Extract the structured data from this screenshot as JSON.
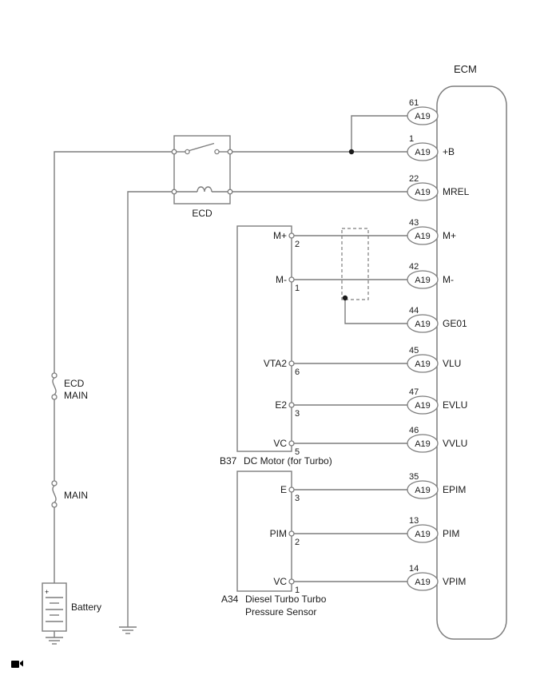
{
  "colors": {
    "wire": "#7d7d7d",
    "text": "#1a1a1a",
    "background": "#ffffff"
  },
  "ecm": {
    "title": "ECM",
    "pins": [
      {
        "num": "61",
        "conn": "A19",
        "signal": ""
      },
      {
        "num": "1",
        "conn": "A19",
        "signal": "+B"
      },
      {
        "num": "22",
        "conn": "A19",
        "signal": "MREL"
      },
      {
        "num": "43",
        "conn": "A19",
        "signal": "M+"
      },
      {
        "num": "42",
        "conn": "A19",
        "signal": "M-"
      },
      {
        "num": "44",
        "conn": "A19",
        "signal": "GE01"
      },
      {
        "num": "45",
        "conn": "A19",
        "signal": "VLU"
      },
      {
        "num": "47",
        "conn": "A19",
        "signal": "EVLU"
      },
      {
        "num": "46",
        "conn": "A19",
        "signal": "VVLU"
      },
      {
        "num": "35",
        "conn": "A19",
        "signal": "EPIM"
      },
      {
        "num": "13",
        "conn": "A19",
        "signal": "PIM"
      },
      {
        "num": "14",
        "conn": "A19",
        "signal": "VPIM"
      }
    ]
  },
  "relay": {
    "label": "ECD"
  },
  "dc_motor": {
    "code": "B37",
    "name": "DC Motor (for Turbo)",
    "pins": [
      {
        "name": "M+",
        "num": "2"
      },
      {
        "name": "M-",
        "num": "1"
      },
      {
        "name": "VTA2",
        "num": "6"
      },
      {
        "name": "E2",
        "num": "3"
      },
      {
        "name": "VC",
        "num": "5"
      }
    ]
  },
  "pressure_sensor": {
    "code": "A34",
    "name_line1": "Diesel Turbo Turbo",
    "name_line2": "Pressure Sensor",
    "pins": [
      {
        "name": "E",
        "num": "3"
      },
      {
        "name": "PIM",
        "num": "2"
      },
      {
        "name": "VC",
        "num": "1"
      }
    ]
  },
  "fuses": {
    "ecd_main": {
      "line1": "ECD",
      "line2": "MAIN"
    },
    "main": {
      "label": "MAIN"
    }
  },
  "battery": {
    "label": "Battery",
    "plus": "+"
  },
  "icons": {
    "bottom_left": "video-camera-icon"
  }
}
